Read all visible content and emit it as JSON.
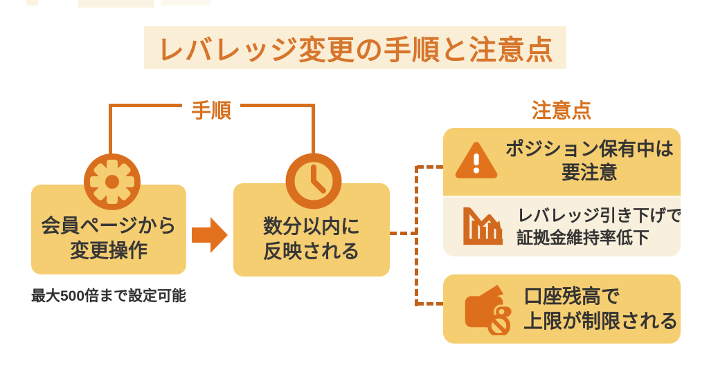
{
  "title": {
    "text": "レバレッジ変更の手順と注意点"
  },
  "procedure": {
    "label": "手順",
    "step1": {
      "icon": "gear-icon",
      "line1": "会員ページから",
      "line2": "変更操作",
      "caption": "最大500倍まで設定可能"
    },
    "step2": {
      "icon": "clock-icon",
      "line1": "数分以内に",
      "line2": "反映される"
    }
  },
  "cautions": {
    "label": "注意点",
    "item1": {
      "icon": "warning-triangle-icon",
      "line1": "ポジション保有中は",
      "line2": "要注意",
      "detail": {
        "icon": "declining-bar-chart-icon",
        "line1": "レバレッジ引き下げで",
        "line2": "証拠金維持率低下"
      }
    },
    "item2": {
      "icon": "wallet-restricted-icon",
      "line1": "口座残高で",
      "line2": "上限が制限される"
    }
  },
  "colors": {
    "accent_orange": "#dd6f1c",
    "deep_orange": "#d6701d",
    "box_yellow": "#f6ce72",
    "detail_cream": "#f8efdc",
    "banner_bg": "#fbeed6",
    "title_orange": "#d6752c",
    "dashed_line": "#c0611c",
    "arrow_orange": "#e2701c",
    "text_dark": "#373737"
  }
}
